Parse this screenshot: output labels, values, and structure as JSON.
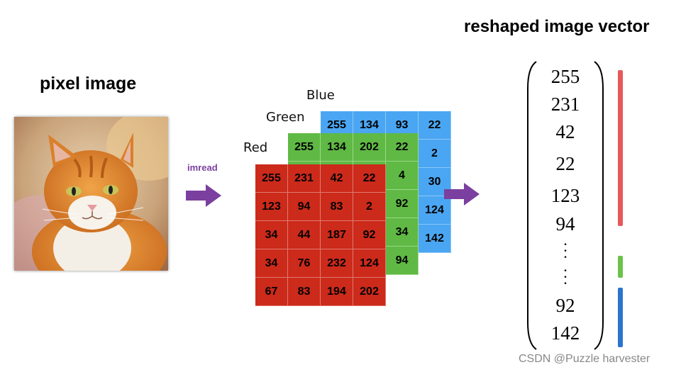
{
  "titles": {
    "vector": "reshaped image vector",
    "pixel": "pixel image"
  },
  "operation_label": "imread",
  "channels": {
    "blue": {
      "label": "Blue",
      "cells": [
        [
          "255",
          "134",
          "93",
          "22"
        ],
        [
          "",
          "",
          "",
          "2"
        ],
        [
          "",
          "",
          "",
          "30"
        ],
        [
          "",
          "",
          "",
          "124"
        ],
        [
          "",
          "",
          "",
          "142"
        ]
      ]
    },
    "green": {
      "label": "Green",
      "cells": [
        [
          "255",
          "134",
          "202",
          "22"
        ],
        [
          "",
          "",
          "",
          "4"
        ],
        [
          "",
          "",
          "",
          "92"
        ],
        [
          "",
          "",
          "",
          "34"
        ],
        [
          "",
          "",
          "",
          "94"
        ]
      ]
    },
    "red": {
      "label": "Red",
      "cells": [
        [
          "255",
          "231",
          "42",
          "22"
        ],
        [
          "123",
          "94",
          "83",
          "2"
        ],
        [
          "34",
          "44",
          "187",
          "92"
        ],
        [
          "34",
          "76",
          "232",
          "124"
        ],
        [
          "67",
          "83",
          "194",
          "202"
        ]
      ]
    }
  },
  "vector_values": [
    "255",
    "231",
    "42",
    "22",
    "123",
    "94",
    "92",
    "142"
  ],
  "watermark": "CSDN @Puzzle harvester",
  "colors": {
    "arrow": "#7b3fa0",
    "red_channel": "#cc2a1a",
    "green_channel": "#5fb944",
    "blue_channel": "#4aa6f2",
    "red_bar": "#e8585a",
    "green_bar": "#6cc24a",
    "blue_bar": "#2b74cf"
  }
}
